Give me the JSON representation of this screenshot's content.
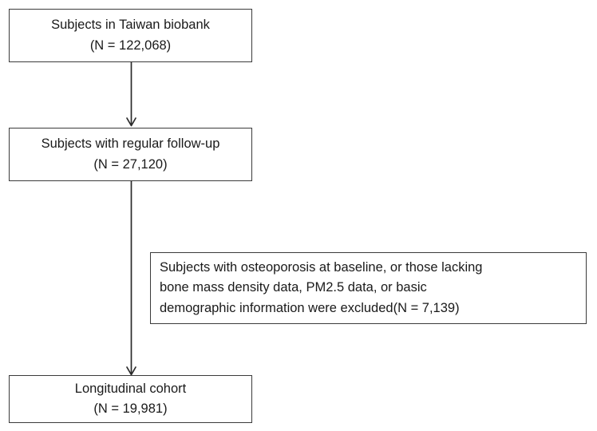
{
  "figure": {
    "type": "flowchart",
    "title": "Study participant selection flow",
    "orientation": "top-to-bottom",
    "background_color": "#ffffff",
    "border_color": "#3b3b3b",
    "text_color": "#1a1a1a"
  },
  "nodes": {
    "source": {
      "label": "Subjects in Taiwan biobank",
      "count_line": "(N = 122,068)",
      "n": 122068
    },
    "followup": {
      "label": "Subjects with regular follow-up",
      "count_line": "(N = 27,120)",
      "n": 27120
    },
    "exclusion": {
      "line1": "Subjects with osteoporosis at baseline, or those lacking",
      "line2": "bone mass density data, PM2.5 data, or basic",
      "line3": "demographic information were excluded(N = 7,139)",
      "n": 7139
    },
    "cohort": {
      "label": "Longitudinal cohort",
      "count_line": "(N = 19,981)",
      "n": 19981
    }
  },
  "connectors": [
    {
      "name": "source-to-followup",
      "from": "source",
      "to": "followup",
      "arrowhead": "open-v"
    },
    {
      "name": "followup-to-cohort",
      "from": "followup",
      "to": "cohort",
      "arrowhead": "open-v"
    }
  ]
}
